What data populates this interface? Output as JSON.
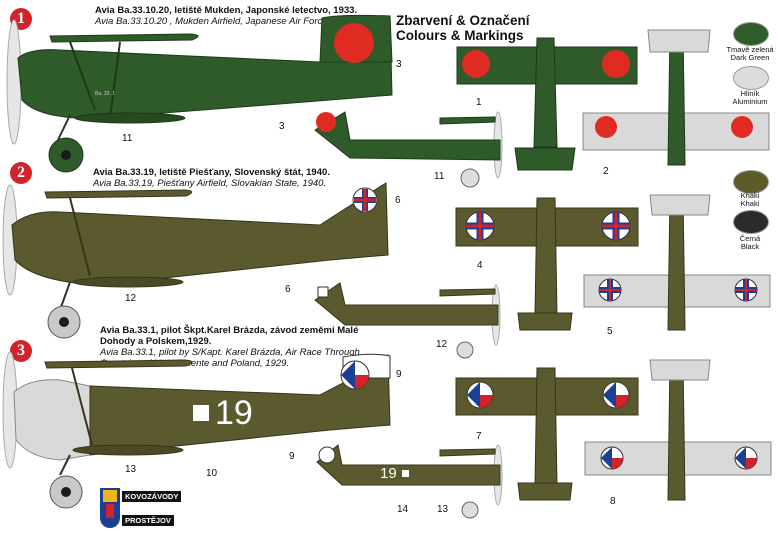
{
  "header": {
    "line1": "Zbarvení & Označení",
    "line2": "Colours & Markings"
  },
  "schemes": [
    {
      "badge": "1",
      "title": "Avia Ba.33.10.20, letiště Mukden, Japonské letectvo, 1933.",
      "subtitle": "Avia Ba.33.10.20 , Mukden Airfield, Japanese Air Force , 1933."
    },
    {
      "badge": "2",
      "title": "Avia Ba.33.19, letiště Piešťany, Slovenský štát, 1940.",
      "subtitle": "Avia Ba.33.19, Piešťany Airfield, Slovakian State, 1940."
    },
    {
      "badge": "3",
      "title": "Avia Ba.33.1, pilot Škpt.Karel Brázda, závod zeměmi Malé Dohody a Polskem,1929.",
      "subtitle": "Avia Ba.33.1, pilot by S/Kapt. Karel Brázda, Air Race Through Countries of Little Entente and Poland, 1929."
    }
  ],
  "swatches": [
    {
      "label1": "Tmavě zelená",
      "label2": "Dark Green",
      "color": "#2e5d2a"
    },
    {
      "label1": "Hliník",
      "label2": "Aluminium",
      "color": "#dcdcdc"
    },
    {
      "label1": "Khaki",
      "label2": "Khaki",
      "color": "#5e5a2a"
    },
    {
      "label1": "Černá",
      "label2": "Black",
      "color": "#2b2b2b"
    }
  ],
  "callouts": [
    "1",
    "2",
    "3",
    "3",
    "4",
    "5",
    "6",
    "6",
    "7",
    "8",
    "9",
    "9",
    "10",
    "11",
    "11",
    "12",
    "12",
    "13",
    "13",
    "14"
  ],
  "markings": {
    "race_number": "19",
    "fuselage_code": "Ba. 33. 1"
  },
  "logo": {
    "line1": "KOVOZÁVODY",
    "line2": "PROSTĚJOV"
  },
  "colors": {
    "dark_green": "#2f5a2a",
    "khaki": "#5b5a2e",
    "aluminium": "#d9d9d9",
    "hinomaru": "#e02b22",
    "red_badge": "#d0242a"
  }
}
